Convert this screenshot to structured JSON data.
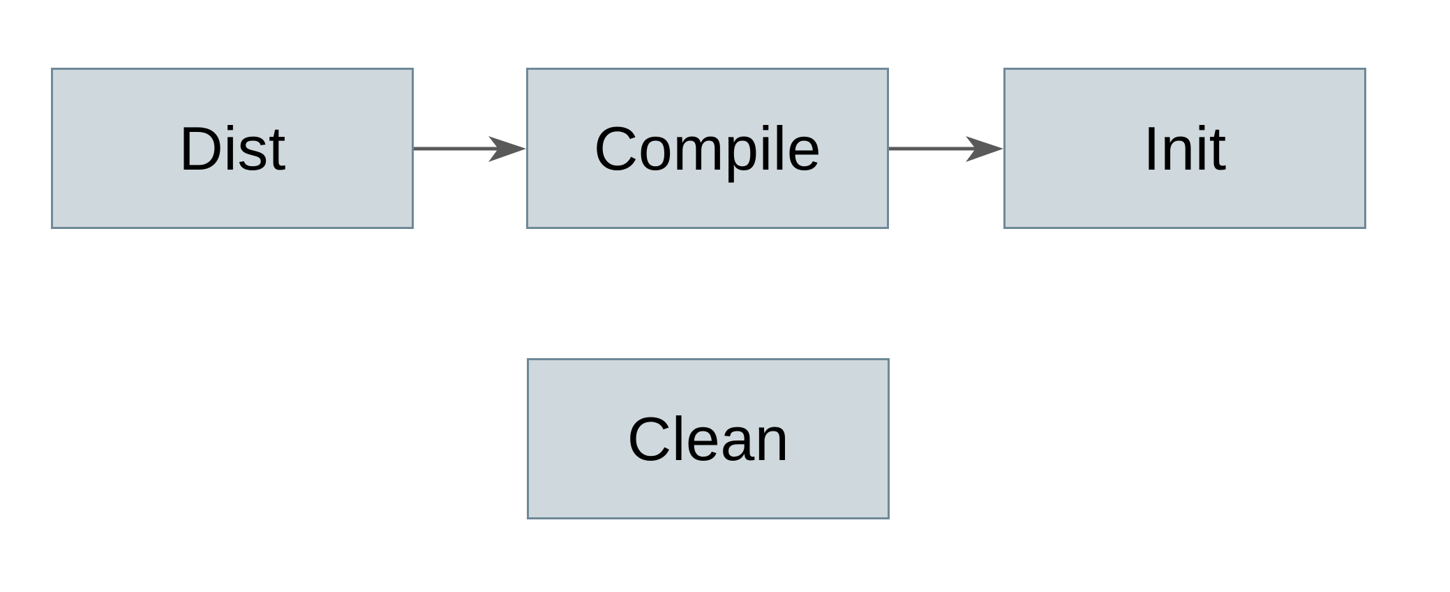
{
  "diagram": {
    "colors": {
      "background": "#ffffff",
      "node_fill": "#cfd8dc",
      "node_border": "#6e8998",
      "arrow_color": "#595959",
      "text_color": "#000000"
    },
    "nodes": [
      {
        "id": "dist",
        "label": "Dist"
      },
      {
        "id": "compile",
        "label": "Compile"
      },
      {
        "id": "init",
        "label": "Init"
      },
      {
        "id": "clean",
        "label": "Clean"
      }
    ],
    "edges": [
      {
        "from": "dist",
        "to": "compile"
      },
      {
        "from": "compile",
        "to": "init"
      }
    ]
  }
}
